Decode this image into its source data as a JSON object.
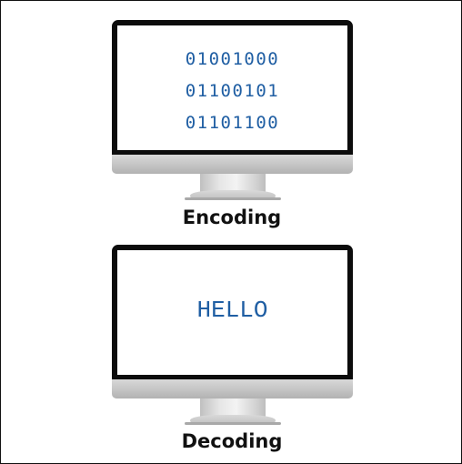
{
  "encoding": {
    "binary_lines": [
      "01001000",
      "01100101",
      "01101100"
    ],
    "caption": "Encoding"
  },
  "decoding": {
    "text": "HELLO",
    "caption": "Decoding"
  },
  "colors": {
    "code_text": "#1f5ea3",
    "bezel": "#0c0c0c",
    "stand": "#c4c4c4",
    "caption_text": "#111111"
  },
  "icons": [
    "monitor-icon",
    "monitor-icon"
  ]
}
